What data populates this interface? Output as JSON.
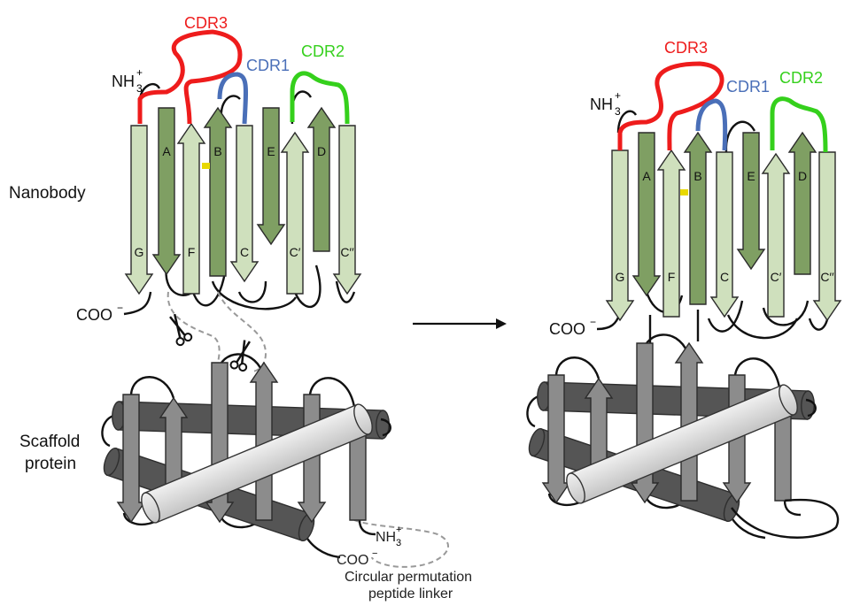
{
  "labels": {
    "nanobody": "Nanobody",
    "scaffold_line1": "Scaffold",
    "scaffold_line2": "protein",
    "cdr1": "CDR1",
    "cdr2": "CDR2",
    "cdr3": "CDR3",
    "nh3": "NH",
    "nh3_sub": "3",
    "nh3_sup": "+",
    "coo": "COO",
    "coo_sup": "−",
    "linker_line1": "Circular permutation",
    "linker_line2": "peptide linker"
  },
  "strands": [
    "G",
    "A",
    "F",
    "B",
    "C",
    "E",
    "C′",
    "D",
    "C′′"
  ],
  "colors": {
    "cdr1": "#4a6fb8",
    "cdr2": "#35d01c",
    "cdr3": "#ee1c1c",
    "dark_strand": "#7f9f63",
    "light_strand": "#cfe0bd",
    "scaffold_strand": "#8c8c8c",
    "scaffold_helix": "#555555",
    "scaffold_helix_light": "#d8d8d8",
    "disulfide": "#e8d800",
    "linker": "#aaaaaa"
  }
}
